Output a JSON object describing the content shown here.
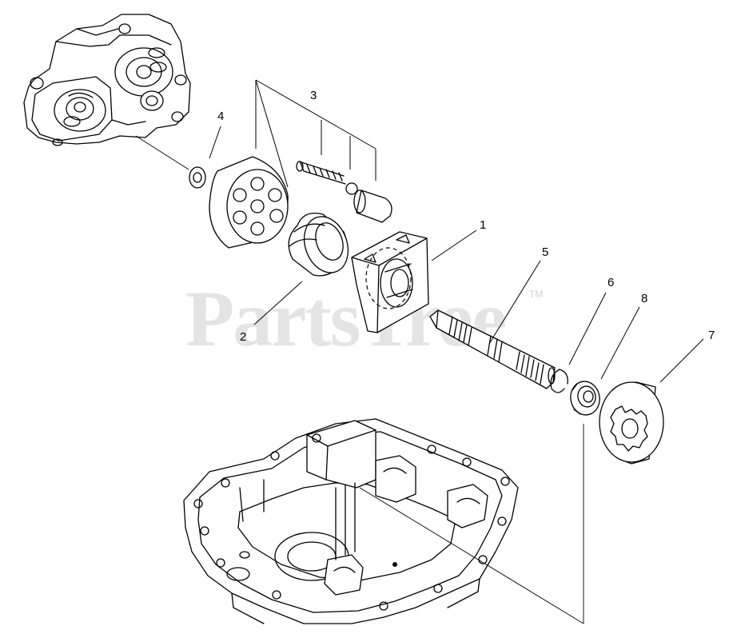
{
  "watermark": {
    "text": "PartsTree",
    "mark": "TM"
  },
  "callouts": [
    {
      "id": "1",
      "label": "1"
    },
    {
      "id": "2",
      "label": "2"
    },
    {
      "id": "3",
      "label": "3"
    },
    {
      "id": "4",
      "label": "4"
    },
    {
      "id": "5",
      "label": "5"
    },
    {
      "id": "6",
      "label": "6"
    },
    {
      "id": "7",
      "label": "7"
    },
    {
      "id": "8",
      "label": "8"
    }
  ]
}
